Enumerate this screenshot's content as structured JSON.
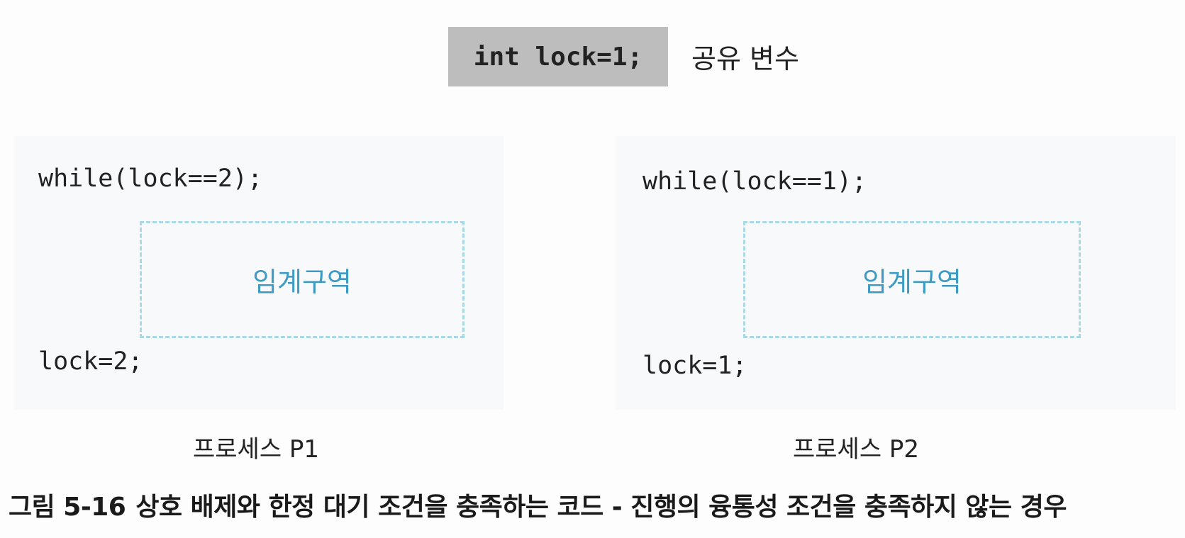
{
  "shared": {
    "code": "int lock=1;",
    "label": "공유 변수"
  },
  "process1": {
    "entry_code": "while(lock==2);",
    "critical_section": "임계구역",
    "exit_code": "lock=2;",
    "label": "프로세스 P1"
  },
  "process2": {
    "entry_code": "while(lock==1);",
    "critical_section": "임계구역",
    "exit_code": "lock=1;",
    "label": "프로세스 P2"
  },
  "caption": {
    "number": "그림 5-16",
    "text": "상호 배제와 한정 대기 조건을 충족하는 코드 - 진행의 융통성 조건을 충족하지 않는 경우"
  }
}
